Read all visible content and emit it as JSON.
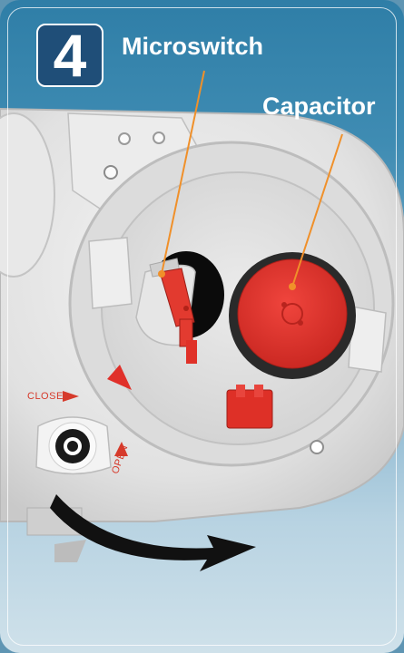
{
  "step": {
    "number": "4"
  },
  "labels": {
    "microswitch": "Microswitch",
    "capacitor": "Capacitor"
  },
  "dial": {
    "close": "CLOSE",
    "open": "OPEN"
  },
  "colors": {
    "accent_red": "#e0302a",
    "leader_orange": "#f0902a",
    "badge_navy": "#1f4e78"
  }
}
